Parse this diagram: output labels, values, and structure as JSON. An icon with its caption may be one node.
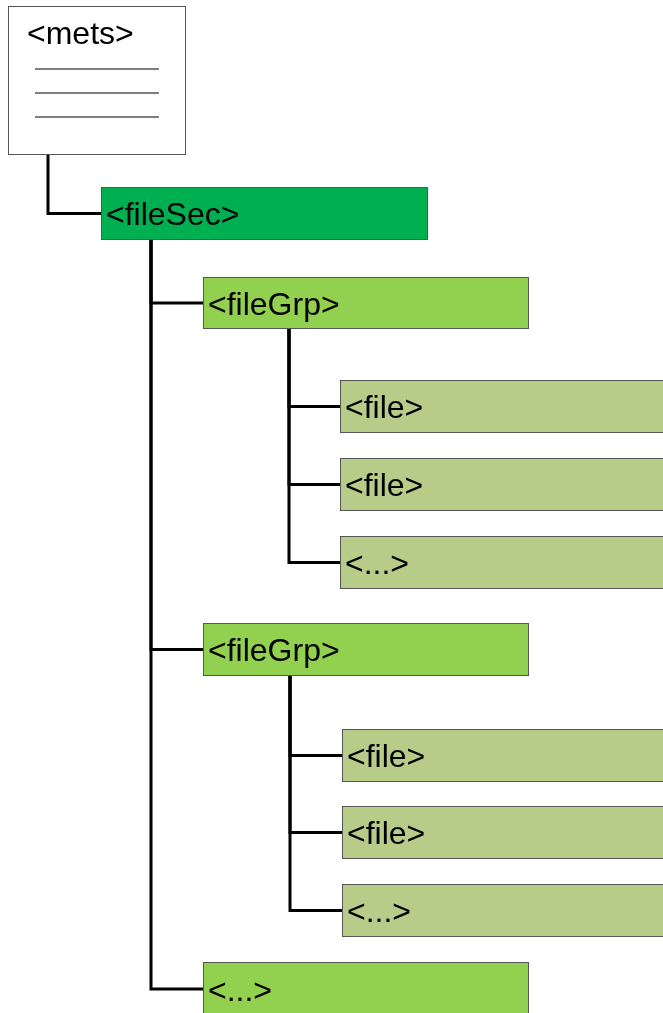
{
  "diagram": {
    "nodes": [
      {
        "text": [
          "<mets>"
        ]
      },
      {
        "text": [
          "<fileSec>"
        ]
      },
      {
        "text": [
          "<fileGrp>"
        ]
      },
      {
        "text": [
          "<file>"
        ]
      },
      {
        "text": [
          "<file>"
        ]
      },
      {
        "text": [
          "<...>"
        ]
      },
      {
        "text": [
          "<fileGrp>"
        ]
      },
      {
        "text": [
          "<file>"
        ]
      },
      {
        "text": [
          "<file>"
        ]
      },
      {
        "text": [
          "<...>"
        ]
      },
      {
        "text": [
          "<...>"
        ]
      }
    ],
    "edges": [
      {
        "from": 0,
        "to": 1,
        "arrow": "none"
      },
      {
        "from": 1,
        "to": 2,
        "arrow": "none"
      },
      {
        "from": 2,
        "to": 3,
        "arrow": "none"
      },
      {
        "from": 2,
        "to": 4,
        "arrow": "none"
      },
      {
        "from": 2,
        "to": 5,
        "arrow": "none"
      },
      {
        "from": 1,
        "to": 6,
        "arrow": "none"
      },
      {
        "from": 6,
        "to": 7,
        "arrow": "none"
      },
      {
        "from": 6,
        "to": 8,
        "arrow": "none"
      },
      {
        "from": 6,
        "to": 9,
        "arrow": "none"
      },
      {
        "from": 1,
        "to": 10,
        "arrow": "none"
      }
    ]
  }
}
